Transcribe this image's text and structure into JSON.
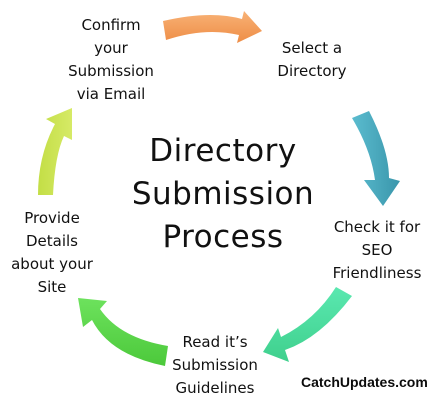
{
  "diagram": {
    "title_lines": [
      "Directory",
      "Submission",
      "Process"
    ],
    "steps": [
      {
        "lines": [
          "Select a",
          "Directory"
        ]
      },
      {
        "lines": [
          "Check it for",
          "SEO",
          "Friendliness"
        ]
      },
      {
        "lines": [
          "Read it’s",
          "Submission",
          "Guidelines"
        ]
      },
      {
        "lines": [
          "Provide",
          "Details",
          "about your",
          "Site"
        ]
      },
      {
        "lines": [
          "Confirm",
          "your",
          "Submission",
          "via Email"
        ]
      }
    ],
    "arrows": [
      {
        "from": "Confirm your Submission via Email",
        "to": "Select a Directory",
        "color": "#f4a15c"
      },
      {
        "from": "Select a Directory",
        "to": "Check it for SEO Friendliness",
        "color": "#4aacbf"
      },
      {
        "from": "Check it for SEO Friendliness",
        "to": "Read it’s Submission Guidelines",
        "color": "#4ce0a0"
      },
      {
        "from": "Read it’s Submission Guidelines",
        "to": "Provide Details about your Site",
        "color": "#5ed84e"
      },
      {
        "from": "Provide Details about your Site",
        "to": "Confirm your Submission via Email",
        "color": "#c8e04a"
      }
    ],
    "watermark": "CatchUpdates.com"
  }
}
